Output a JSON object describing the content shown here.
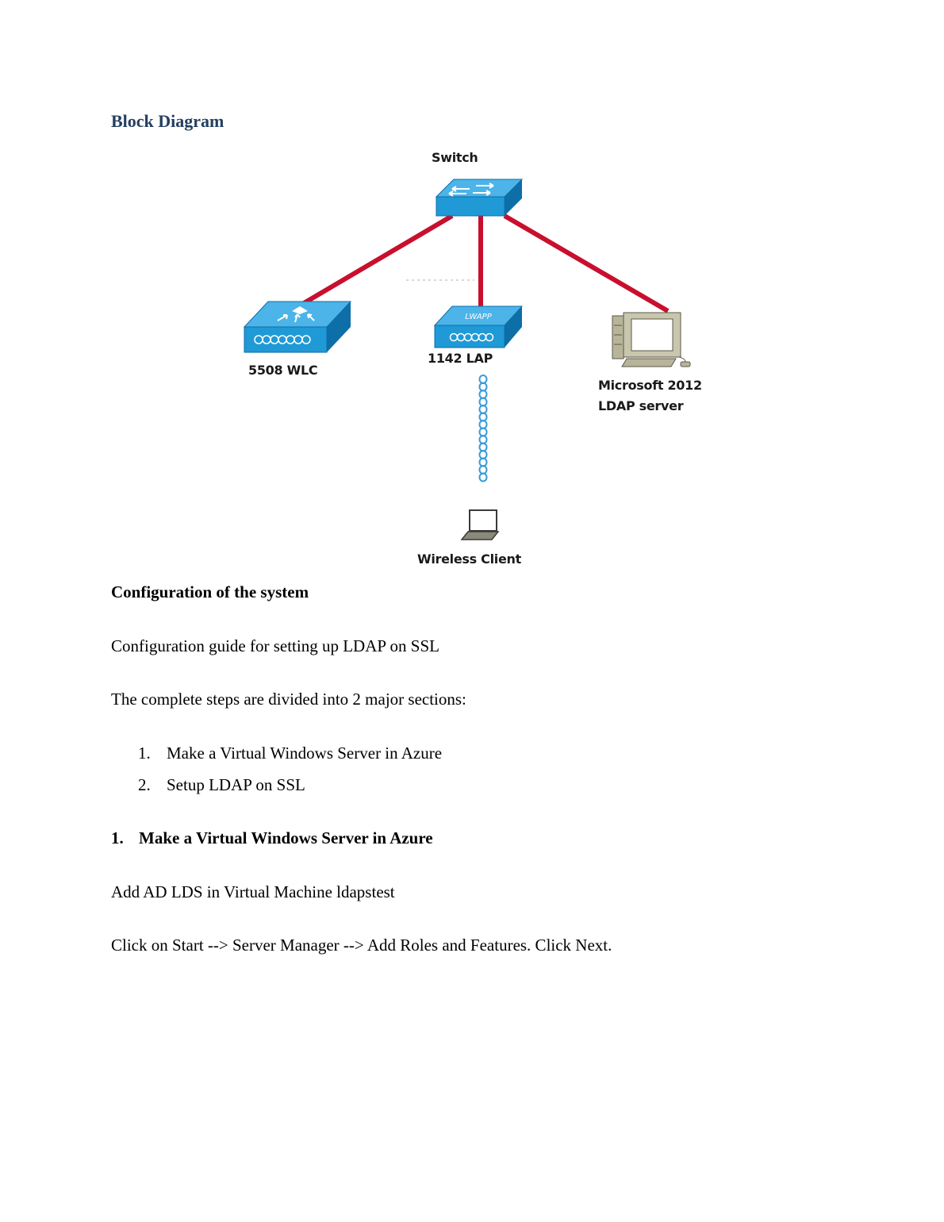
{
  "headings": {
    "block_diagram": "Block Diagram",
    "configuration": "Configuration of the system",
    "section1_number": "1.",
    "section1_title": "Make a Virtual Windows Server in Azure"
  },
  "diagram": {
    "nodes": {
      "switch": "Switch",
      "wlc": "5508 WLC",
      "lap": "1142 LAP",
      "lap_badge": "LWAPP",
      "server_line1": "Microsoft 2012",
      "server_line2": "LDAP server",
      "client": "Wireless Client"
    },
    "colors": {
      "device_blue": "#1f9ad6",
      "device_dark": "#0e6ea8",
      "link_red": "#c8102e",
      "wireless_blue": "#3a9ad9"
    }
  },
  "paragraphs": {
    "guide": "Configuration guide for setting up LDAP on SSL",
    "steps_intro": "The complete steps are divided into 2 major sections:",
    "add_ad_lds": "Add AD LDS in Virtual Machine ldapstest",
    "click_start": "Click on Start --> Server Manager --> Add Roles and Features. Click Next."
  },
  "list": [
    {
      "num": "1.",
      "text": "Make a Virtual Windows Server in Azure"
    },
    {
      "num": "2.",
      "text": "Setup LDAP on SSL"
    }
  ]
}
